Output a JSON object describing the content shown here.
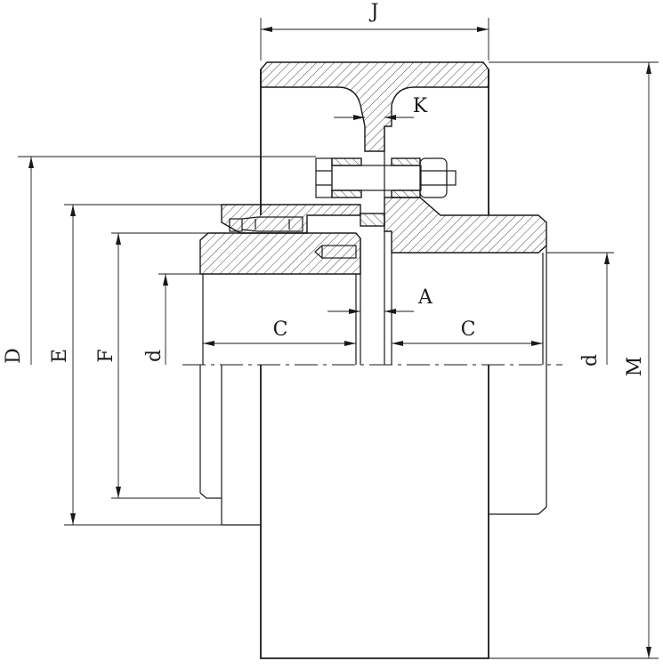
{
  "drawing": {
    "labels": {
      "J": "J",
      "K": "K",
      "A": "A",
      "C_left": "C",
      "C_right": "C",
      "D": "D",
      "E": "E",
      "F": "F",
      "d_left": "d",
      "d_right": "d",
      "M": "M"
    }
  }
}
